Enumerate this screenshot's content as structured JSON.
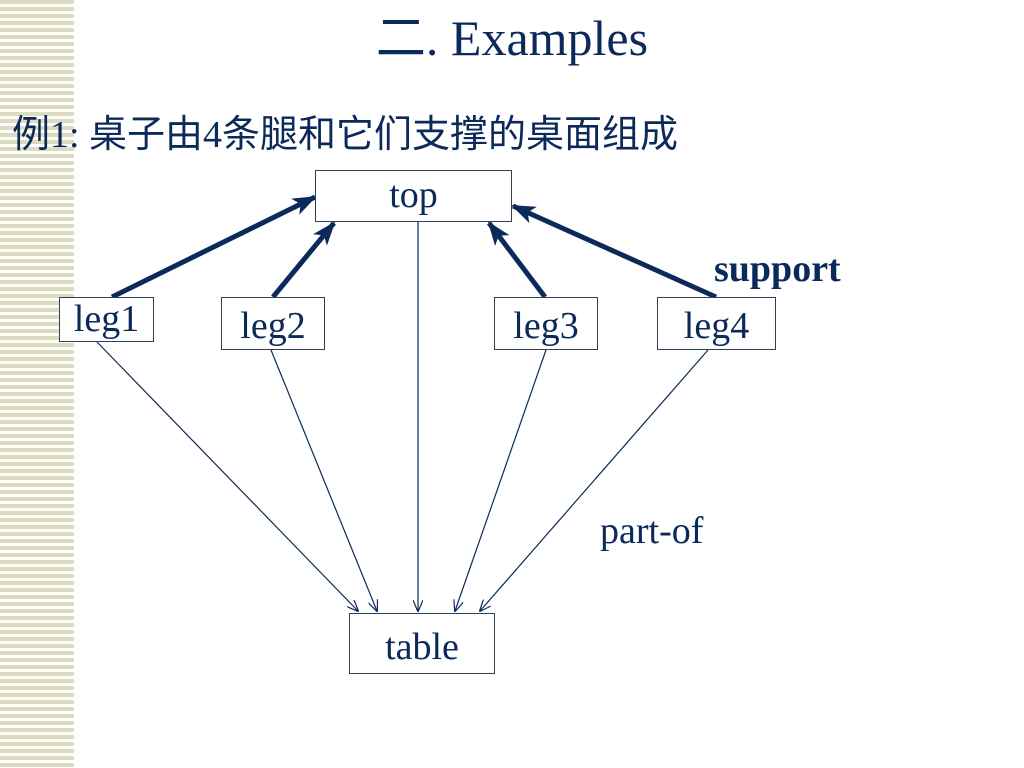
{
  "slide": {
    "title": "二. Examples",
    "example": "例1: 桌子由4条腿和它们支撑的桌面组成"
  },
  "diagram": {
    "nodes": {
      "top": "top",
      "leg1": "leg1",
      "leg2": "leg2",
      "leg3": "leg3",
      "leg4": "leg4",
      "table": "table"
    },
    "relations": {
      "support": "support",
      "part_of": "part-of"
    }
  },
  "colors": {
    "text": "#0b2a5a",
    "arrow": "#0b2a5a",
    "stripe": "#dedcbe"
  }
}
